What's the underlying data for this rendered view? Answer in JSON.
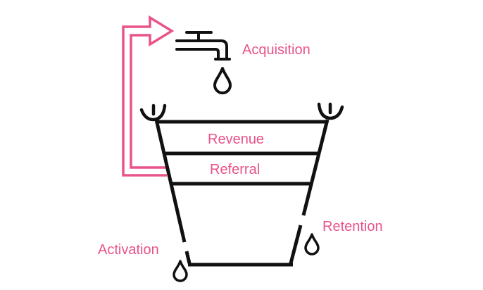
{
  "labels": {
    "acquisition": "Acquisition",
    "revenue": "Revenue",
    "referral": "Referral",
    "retention": "Retention",
    "activation": "Activation"
  },
  "colors": {
    "accent": "#e9538a",
    "ink": "#111111"
  },
  "icons": {
    "tap": "faucet-icon",
    "drop": "water-drop-icon"
  }
}
